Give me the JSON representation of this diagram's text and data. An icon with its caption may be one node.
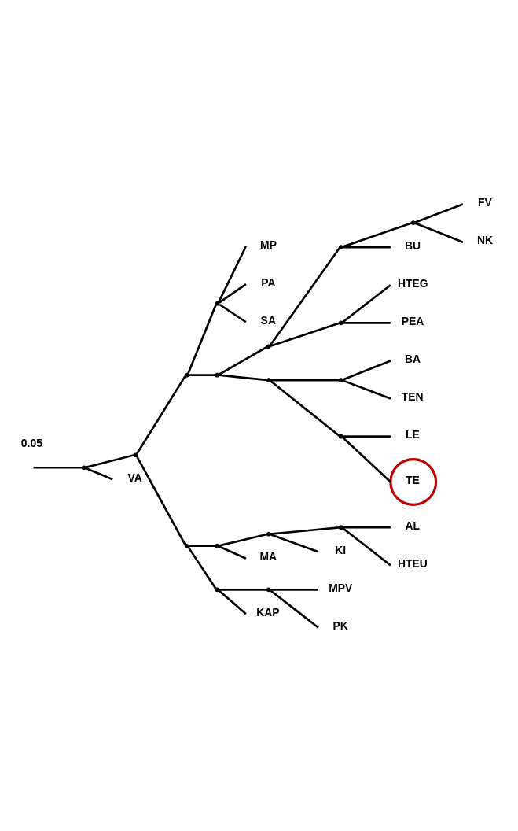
{
  "diagram": {
    "nodes": [
      {
        "text": [],
        "shape": "point"
      },
      {
        "text": [],
        "shape": "point"
      },
      {
        "text": [],
        "shape": "point"
      },
      {
        "text": [],
        "shape": "point"
      },
      {
        "text": [
          "MP"
        ]
      },
      {
        "text": [
          "PA"
        ]
      },
      {
        "text": [
          "SA"
        ]
      },
      {
        "text": [],
        "shape": "point"
      },
      {
        "text": [],
        "shape": "point"
      },
      {
        "text": [],
        "shape": "point"
      },
      {
        "text": [],
        "shape": "point"
      },
      {
        "text": [
          "FV"
        ]
      },
      {
        "text": [
          "NK"
        ]
      },
      {
        "text": [
          "BU"
        ]
      },
      {
        "text": [],
        "shape": "point"
      },
      {
        "text": [
          "HTEG"
        ]
      },
      {
        "text": [
          "PEA"
        ]
      },
      {
        "text": [],
        "shape": "point"
      },
      {
        "text": [],
        "shape": "point"
      },
      {
        "text": [
          "BA"
        ]
      },
      {
        "text": [
          "TEN"
        ]
      },
      {
        "text": [],
        "shape": "point"
      },
      {
        "text": [
          "LE"
        ]
      },
      {
        "text": [
          "TE"
        ]
      },
      {
        "text": [],
        "shape": "point"
      },
      {
        "text": [],
        "shape": "point"
      },
      {
        "text": [],
        "shape": "point"
      },
      {
        "text": [],
        "shape": "point"
      },
      {
        "text": [
          "AL"
        ]
      },
      {
        "text": [
          "HTEU"
        ]
      },
      {
        "text": [
          "KI"
        ]
      },
      {
        "text": [
          "MA"
        ]
      },
      {
        "text": [],
        "shape": "point"
      },
      {
        "text": [],
        "shape": "point"
      },
      {
        "text": [
          "MPV"
        ]
      },
      {
        "text": [
          "PK"
        ]
      },
      {
        "text": [
          "KAP"
        ]
      },
      {
        "text": [
          "VA"
        ]
      }
    ],
    "edges": [
      {
        "from": null,
        "to": 0,
        "arrow": "none"
      },
      {
        "from": 0,
        "to": 1,
        "arrow": "none"
      },
      {
        "from": 0,
        "to": 37,
        "arrow": "none"
      },
      {
        "from": 1,
        "to": 2,
        "arrow": "none"
      },
      {
        "from": 1,
        "to": 24,
        "arrow": "none"
      },
      {
        "from": 2,
        "to": 3,
        "arrow": "none"
      },
      {
        "from": 2,
        "to": 7,
        "arrow": "none"
      },
      {
        "from": 3,
        "to": 4,
        "arrow": "none"
      },
      {
        "from": 3,
        "to": 5,
        "arrow": "none"
      },
      {
        "from": 3,
        "to": 6,
        "arrow": "none"
      },
      {
        "from": 7,
        "to": 8,
        "arrow": "none"
      },
      {
        "from": 7,
        "to": 17,
        "arrow": "none"
      },
      {
        "from": 8,
        "to": 9,
        "arrow": "none"
      },
      {
        "from": 8,
        "to": 14,
        "arrow": "none"
      },
      {
        "from": 9,
        "to": 10,
        "arrow": "none"
      },
      {
        "from": 9,
        "to": 13,
        "arrow": "none"
      },
      {
        "from": 10,
        "to": 11,
        "arrow": "none"
      },
      {
        "from": 10,
        "to": 12,
        "arrow": "none"
      },
      {
        "from": 14,
        "to": 15,
        "arrow": "none"
      },
      {
        "from": 14,
        "to": 16,
        "arrow": "none"
      },
      {
        "from": 17,
        "to": 18,
        "arrow": "none"
      },
      {
        "from": 17,
        "to": 21,
        "arrow": "none"
      },
      {
        "from": 18,
        "to": 19,
        "arrow": "none"
      },
      {
        "from": 18,
        "to": 20,
        "arrow": "none"
      },
      {
        "from": 21,
        "to": 22,
        "arrow": "none"
      },
      {
        "from": 21,
        "to": 23,
        "arrow": "none"
      },
      {
        "from": 24,
        "to": 25,
        "arrow": "none"
      },
      {
        "from": 24,
        "to": 32,
        "arrow": "none"
      },
      {
        "from": 25,
        "to": 26,
        "arrow": "none"
      },
      {
        "from": 25,
        "to": 31,
        "arrow": "none"
      },
      {
        "from": 26,
        "to": 27,
        "arrow": "none"
      },
      {
        "from": 26,
        "to": 30,
        "arrow": "none"
      },
      {
        "from": 27,
        "to": 28,
        "arrow": "none"
      },
      {
        "from": 27,
        "to": 29,
        "arrow": "none"
      },
      {
        "from": 32,
        "to": 33,
        "arrow": "none"
      },
      {
        "from": 32,
        "to": 36,
        "arrow": "none"
      },
      {
        "from": 33,
        "to": 34,
        "arrow": "none"
      },
      {
        "from": 33,
        "to": 35,
        "arrow": "none"
      }
    ],
    "labels": [
      "0.05"
    ]
  }
}
